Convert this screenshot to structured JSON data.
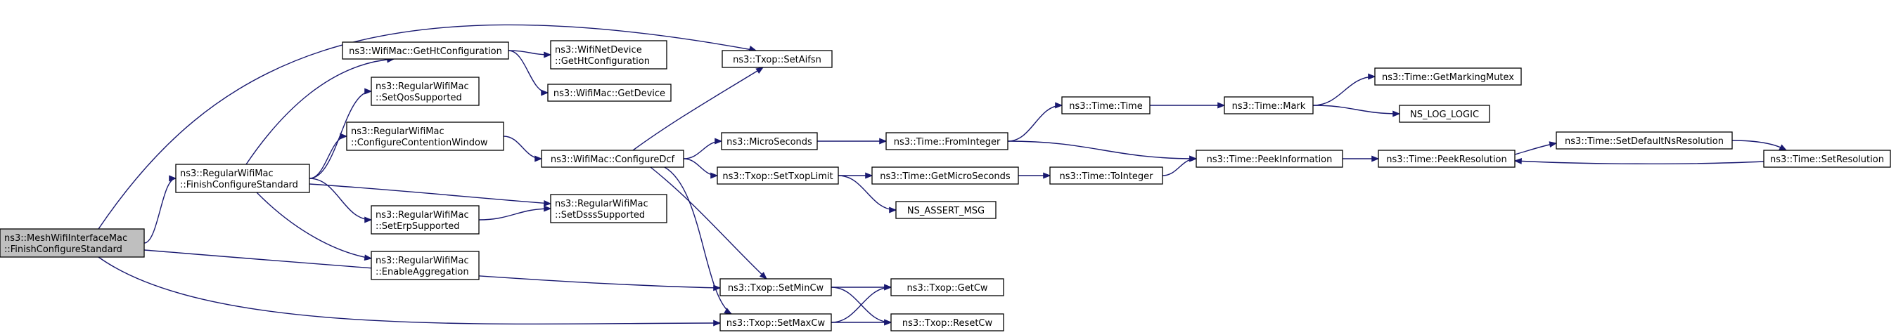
{
  "nodes": [
    {
      "id": "n0",
      "lines": [
        "ns3::MeshWifiInterfaceMac",
        "::FinishConfigureStandard"
      ],
      "root": true
    },
    {
      "id": "n1",
      "lines": [
        "ns3::RegularWifiMac",
        "::FinishConfigureStandard"
      ]
    },
    {
      "id": "n2",
      "lines": [
        "ns3::Txop::SetAifsn"
      ]
    },
    {
      "id": "n3",
      "lines": [
        "ns3::Txop::SetMinCw"
      ]
    },
    {
      "id": "n4",
      "lines": [
        "ns3::Txop::SetMaxCw"
      ]
    },
    {
      "id": "n5",
      "lines": [
        "ns3::WifiMac::GetHtConfiguration"
      ]
    },
    {
      "id": "n6",
      "lines": [
        "ns3::RegularWifiMac",
        "::SetQosSupported"
      ]
    },
    {
      "id": "n7",
      "lines": [
        "ns3::RegularWifiMac",
        "::ConfigureContentionWindow"
      ]
    },
    {
      "id": "n8",
      "lines": [
        "ns3::RegularWifiMac",
        "::SetErpSupported"
      ]
    },
    {
      "id": "n9",
      "lines": [
        "ns3::RegularWifiMac",
        "::EnableAggregation"
      ]
    },
    {
      "id": "n10",
      "lines": [
        "ns3::WifiNetDevice",
        "::GetHtConfiguration"
      ]
    },
    {
      "id": "n11",
      "lines": [
        "ns3::WifiMac::GetDevice"
      ]
    },
    {
      "id": "n12",
      "lines": [
        "ns3::WifiMac::ConfigureDcf"
      ]
    },
    {
      "id": "n13",
      "lines": [
        "ns3::RegularWifiMac",
        "::SetDsssSupported"
      ]
    },
    {
      "id": "n14",
      "lines": [
        "ns3::MicroSeconds"
      ]
    },
    {
      "id": "n15",
      "lines": [
        "ns3::Txop::SetTxopLimit"
      ]
    },
    {
      "id": "n16",
      "lines": [
        "ns3::Txop::GetCw"
      ]
    },
    {
      "id": "n17",
      "lines": [
        "ns3::Txop::ResetCw"
      ]
    },
    {
      "id": "n18",
      "lines": [
        "ns3::Time::FromInteger"
      ]
    },
    {
      "id": "n19",
      "lines": [
        "ns3::Time::GetMicroSeconds"
      ]
    },
    {
      "id": "n20",
      "lines": [
        "NS_ASSERT_MSG"
      ]
    },
    {
      "id": "n21",
      "lines": [
        "ns3::Time::Time"
      ]
    },
    {
      "id": "n22",
      "lines": [
        "ns3::Time::PeekInformation"
      ]
    },
    {
      "id": "n23",
      "lines": [
        "ns3::Time::ToInteger"
      ]
    },
    {
      "id": "n24",
      "lines": [
        "ns3::Time::Mark"
      ]
    },
    {
      "id": "n25",
      "lines": [
        "ns3::Time::PeekResolution"
      ]
    },
    {
      "id": "n26",
      "lines": [
        "ns3::Time::GetMarkingMutex"
      ]
    },
    {
      "id": "n27",
      "lines": [
        "NS_LOG_LOGIC"
      ]
    },
    {
      "id": "n28",
      "lines": [
        "ns3::Time::SetDefaultNsResolution"
      ]
    },
    {
      "id": "n29",
      "lines": [
        "ns3::Time::SetResolution"
      ]
    }
  ],
  "edges": [
    [
      "n0",
      "n1"
    ],
    [
      "n0",
      "n2"
    ],
    [
      "n0",
      "n3"
    ],
    [
      "n0",
      "n4"
    ],
    [
      "n1",
      "n5"
    ],
    [
      "n1",
      "n6"
    ],
    [
      "n1",
      "n7"
    ],
    [
      "n1",
      "n8"
    ],
    [
      "n1",
      "n9"
    ],
    [
      "n1",
      "n13"
    ],
    [
      "n5",
      "n10"
    ],
    [
      "n5",
      "n11"
    ],
    [
      "n7",
      "n12"
    ],
    [
      "n8",
      "n13"
    ],
    [
      "n12",
      "n2"
    ],
    [
      "n12",
      "n14"
    ],
    [
      "n12",
      "n15"
    ],
    [
      "n12",
      "n3"
    ],
    [
      "n12",
      "n4"
    ],
    [
      "n14",
      "n18"
    ],
    [
      "n15",
      "n19"
    ],
    [
      "n15",
      "n20"
    ],
    [
      "n18",
      "n21"
    ],
    [
      "n18",
      "n22"
    ],
    [
      "n19",
      "n23"
    ],
    [
      "n21",
      "n24"
    ],
    [
      "n23",
      "n22"
    ],
    [
      "n24",
      "n26"
    ],
    [
      "n24",
      "n27"
    ],
    [
      "n22",
      "n25"
    ],
    [
      "n25",
      "n28"
    ],
    [
      "n28",
      "n29"
    ],
    [
      "n29",
      "n25"
    ],
    [
      "n3",
      "n16"
    ],
    [
      "n3",
      "n17"
    ],
    [
      "n4",
      "n16"
    ],
    [
      "n4",
      "n17"
    ]
  ]
}
